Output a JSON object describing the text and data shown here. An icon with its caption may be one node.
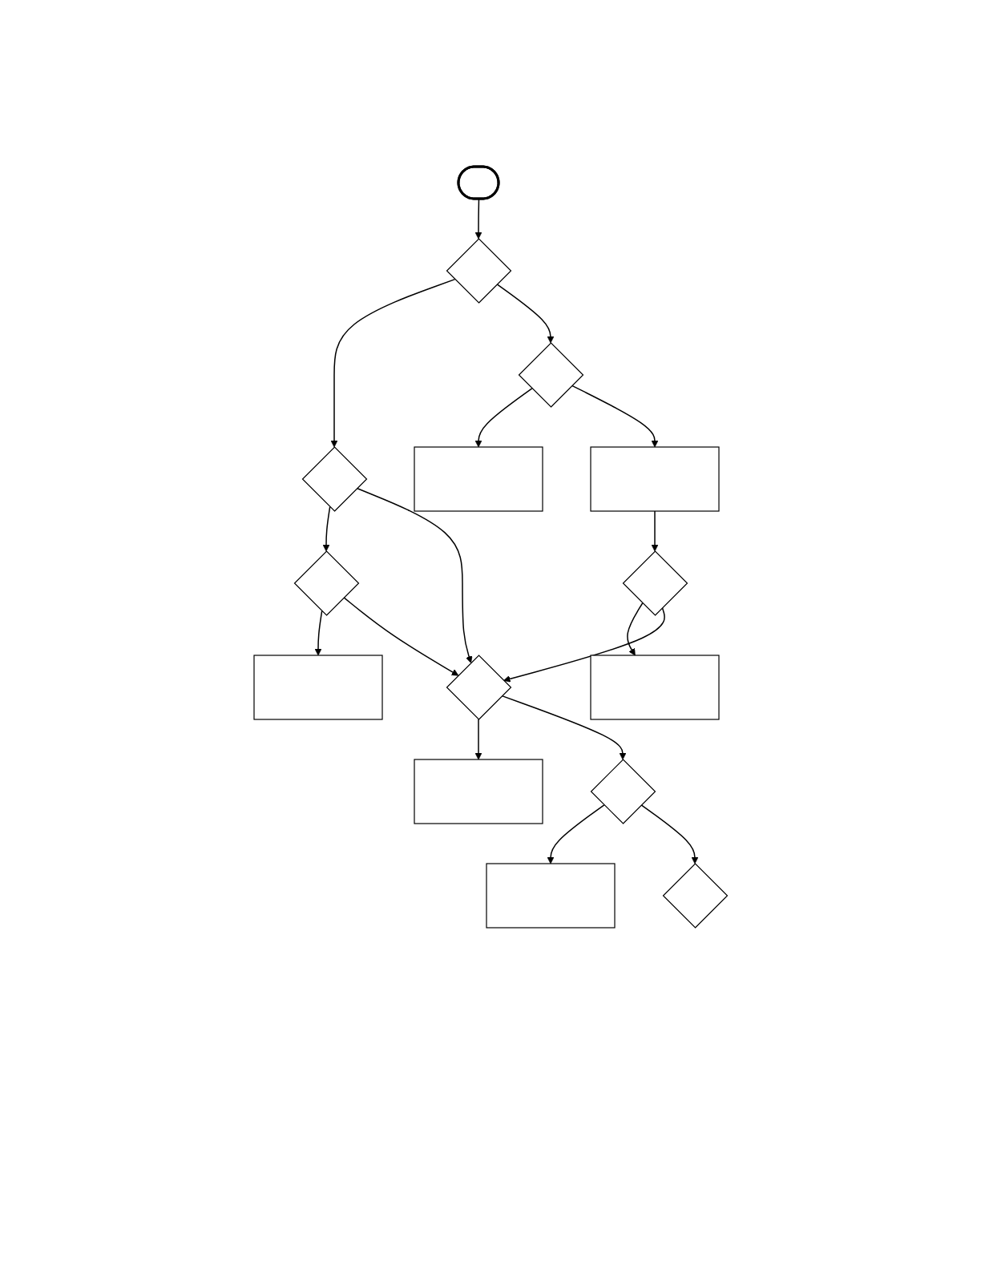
{
  "diagram": {
    "nodes": [
      {
        "text": [],
        "shape": "pill"
      },
      {
        "text": [],
        "shape": "diamond"
      },
      {
        "text": [],
        "shape": "diamond"
      },
      {
        "text": [],
        "shape": "diamond"
      },
      {
        "text": [],
        "shape": "box"
      },
      {
        "text": [],
        "shape": "diamond"
      },
      {
        "text": [],
        "shape": "box"
      },
      {
        "text": [],
        "shape": "box"
      },
      {
        "text": [],
        "shape": "diamond"
      },
      {
        "text": [],
        "shape": "box"
      },
      {
        "text": [],
        "shape": "diamond"
      },
      {
        "text": [],
        "shape": "box"
      },
      {
        "text": [],
        "shape": "diamond"
      },
      {
        "text": [],
        "shape": "box"
      },
      {
        "text": [],
        "shape": "diamond"
      }
    ],
    "edges": [
      {
        "from": 0,
        "to": 1,
        "arrow": "to"
      },
      {
        "from": 1,
        "to": 2,
        "arrow": "to"
      },
      {
        "from": 1,
        "to": 3,
        "arrow": "to"
      },
      {
        "from": 2,
        "to": 5,
        "arrow": "to"
      },
      {
        "from": 2,
        "to": 10,
        "arrow": "to"
      },
      {
        "from": 3,
        "to": 4,
        "arrow": "to"
      },
      {
        "from": 3,
        "to": 6,
        "arrow": "to"
      },
      {
        "from": 5,
        "to": 7,
        "arrow": "to"
      },
      {
        "from": 5,
        "to": 10,
        "arrow": "to"
      },
      {
        "from": 6,
        "to": 8,
        "arrow": "to"
      },
      {
        "from": 8,
        "to": 9,
        "arrow": "to"
      },
      {
        "from": 8,
        "to": 10,
        "arrow": "to"
      },
      {
        "from": 10,
        "to": 11,
        "arrow": "to"
      },
      {
        "from": 10,
        "to": 12,
        "arrow": "to"
      },
      {
        "from": 12,
        "to": 13,
        "arrow": "to"
      },
      {
        "from": 12,
        "to": 14,
        "arrow": "to"
      }
    ]
  }
}
